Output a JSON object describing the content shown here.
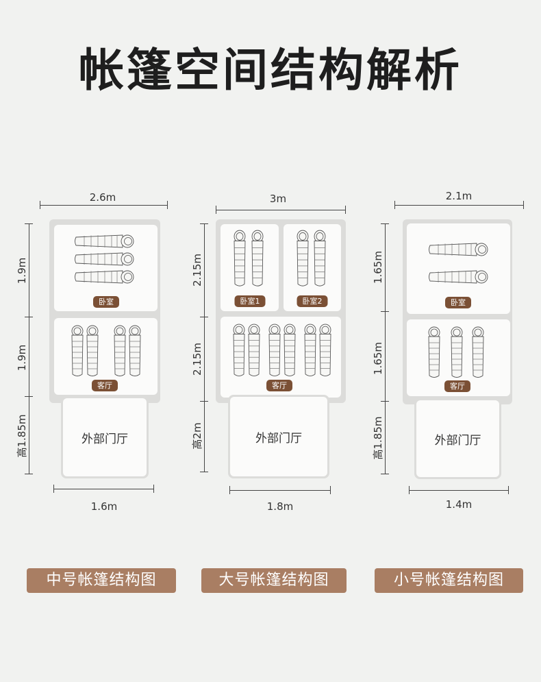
{
  "title": "帐篷空间结构解析",
  "colors": {
    "background": "#f1f2f0",
    "frame": "#dcdcda",
    "room": "#fbfbfa",
    "tag": "#7b5035",
    "caption": "#a97e63",
    "title": "#1e1e1e"
  },
  "icons": {
    "sleeping_bag": "sleeping-bag-icon"
  },
  "tents": [
    {
      "caption": "中号帐篷结构图",
      "top_width": "2.6m",
      "vestibule_width": "1.6m",
      "room_lengths": [
        "1.9m",
        "1.9m"
      ],
      "vestibule_height": "高1.85m",
      "vestibule_label": "外部门厅",
      "rooms": [
        {
          "label": "卧室",
          "bags": 3,
          "bag_direction": "horizontal"
        },
        {
          "label": "客厅",
          "bags": 4,
          "bag_direction": "vertical"
        }
      ]
    },
    {
      "caption": "大号帐篷结构图",
      "top_width": "3m",
      "vestibule_width": "1.8m",
      "room_lengths": [
        "2.15m",
        "2.15m"
      ],
      "vestibule_height": "高2m",
      "vestibule_label": "外部门厅",
      "rooms": [
        {
          "label": "卧室1",
          "bags": 2,
          "bag_direction": "vertical"
        },
        {
          "label": "卧室2",
          "bags": 2,
          "bag_direction": "vertical"
        },
        {
          "label": "客厅",
          "bags": 6,
          "bag_direction": "vertical"
        }
      ]
    },
    {
      "caption": "小号帐篷结构图",
      "top_width": "2.1m",
      "vestibule_width": "1.4m",
      "room_lengths": [
        "1.65m",
        "1.65m"
      ],
      "vestibule_height": "高1.85m",
      "vestibule_label": "外部门厅",
      "rooms": [
        {
          "label": "卧室",
          "bags": 2,
          "bag_direction": "horizontal"
        },
        {
          "label": "客厅",
          "bags": 3,
          "bag_direction": "vertical"
        }
      ]
    }
  ]
}
